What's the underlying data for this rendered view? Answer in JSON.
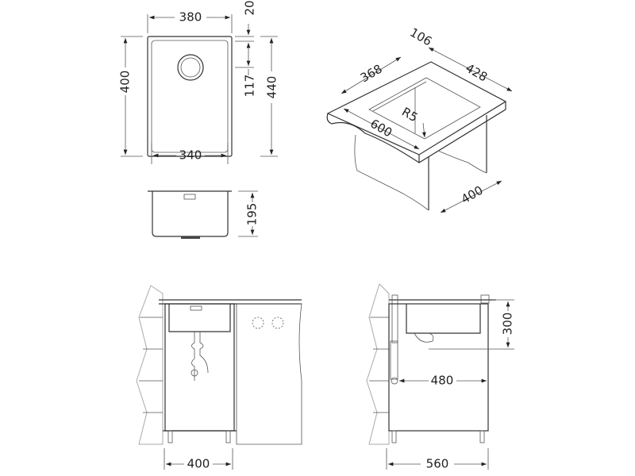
{
  "diagram": {
    "top_view": {
      "width_outer": "380",
      "width_inner": "340",
      "depth_inner": "400",
      "depth_outer": "440",
      "flange": "20",
      "drain_offset": "117"
    },
    "side_view": {
      "height": "195"
    },
    "isometric": {
      "depth_top": "106",
      "opening_depth": "368",
      "opening_width": "428",
      "cabinet_width": "600",
      "radius": "R5",
      "cabinet_depth": "400"
    },
    "front_install": {
      "cabinet_width": "400"
    },
    "side_install": {
      "cabinet_depth": "560",
      "drain_distance": "480",
      "height": "300"
    }
  }
}
